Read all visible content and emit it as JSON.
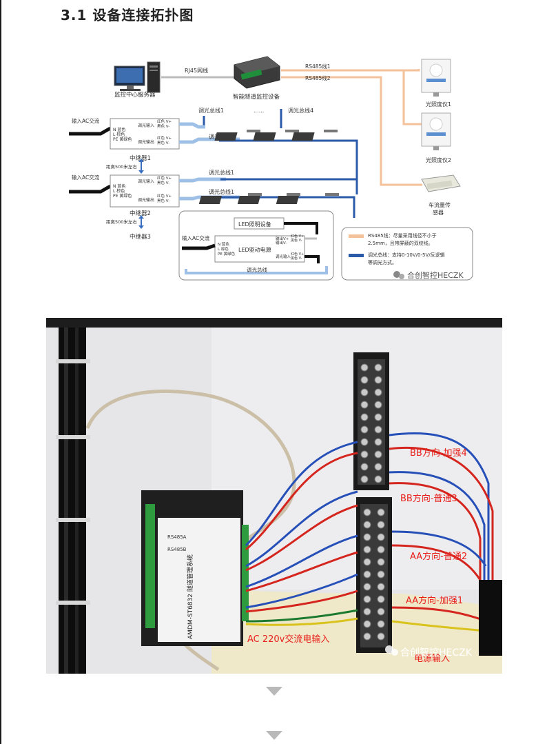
{
  "section": {
    "title": "3.1 设备连接拓扑图"
  },
  "diagram": {
    "server_label": "监控中心服务器",
    "rj45_label": "RJ45网线",
    "controller_label": "智能隧道监控设备",
    "rs485_1": "RS485线1",
    "rs485_2": "RS485线2",
    "sensor1_label": "光照度仪1",
    "sensor2_label": "光照度仪2",
    "traffic_sensor_label_1": "车流量传",
    "traffic_sensor_label_2": "感器",
    "dim_bus_1": "调光总线1",
    "dim_bus_4": "调光总线4",
    "ellipsis": "......",
    "ac_input": "输入AC交流",
    "repeater1": "中继器1",
    "repeater2": "中继器2",
    "repeater3": "中继器3",
    "distance": "距离500米左右",
    "wire_n": "N 蓝色",
    "wire_l": "L 棕色",
    "wire_pe": "PE 黄绿色",
    "dim_in": "调光输入",
    "dim_out": "调光输出",
    "red_v": "红色 V+",
    "black_v": "黑色 V-",
    "out_v_plus": "输出V+",
    "out_v_minus": "输出V-",
    "led_device": "LED照明设备",
    "led_driver": "LED驱动电源",
    "dim_bus": "调光总线",
    "legend_rs485": "RS485线：尽量采用线径不小于2.5mm，且带屏蔽的双绞线。",
    "legend_rs485_line1": "RS485线：尽量采用线径不小于",
    "legend_rs485_line2": "2.5mm，且带屏蔽的双绞线。",
    "legend_dim_line1": "调光总线：支持0-10V/0-5V/反逻辑",
    "legend_dim_line2": "等调光方式。",
    "watermark": "合创智控HECZK",
    "colors": {
      "rs485": "#f4c29a",
      "dim_bus": "#2a5aa8",
      "dim_bus_light": "#9ec0e6"
    }
  },
  "photo": {
    "label_bb_strong": "BB方向-加强4",
    "label_bb_normal": "BB方向-普通3",
    "label_aa_normal": "AA方向-普通2",
    "label_aa_strong": "AA方向-加强1",
    "label_ac": "AC 220v交流电输入",
    "label_power": "电源输入",
    "device_model": "AMDM-ST6832 隧道管理系统",
    "rs485_a": "RS485A",
    "rs485_b": "RS485B",
    "watermark": "合创智控HECZK",
    "colors": {
      "annotation": "#e8201c"
    }
  }
}
